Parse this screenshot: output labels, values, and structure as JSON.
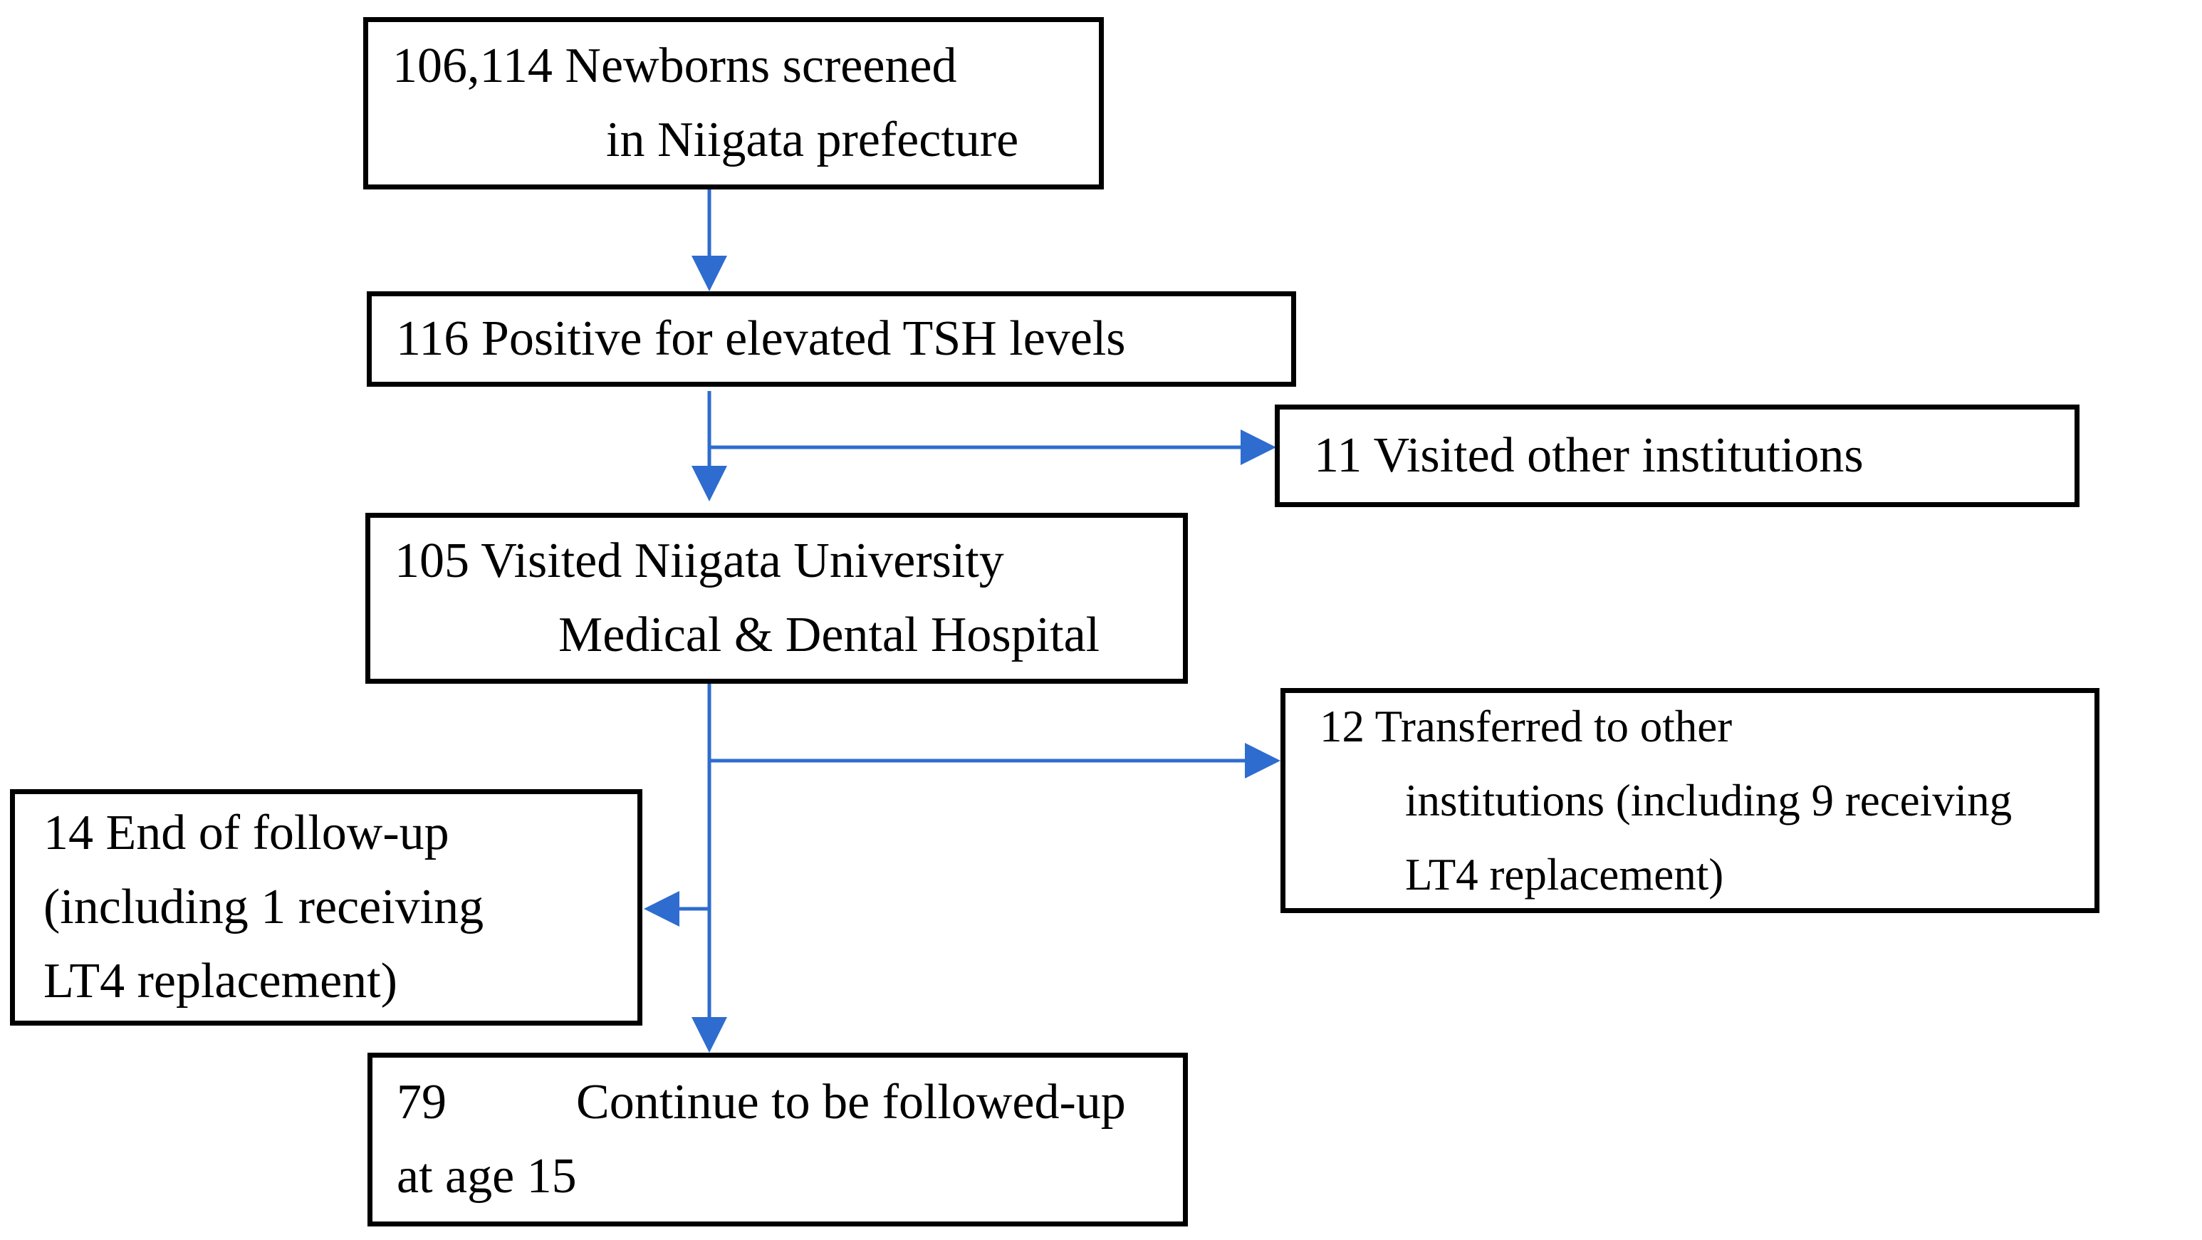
{
  "figure": {
    "type": "flowchart",
    "description": "Newborn TSH screening follow-up flow diagram",
    "colors": {
      "arrow": "#2e6ccf",
      "box_border": "#000000",
      "text": "#000000",
      "background": "#ffffff"
    },
    "nodes": [
      {
        "id": "screened",
        "count": "106,114",
        "lines": [
          "106,114 Newborns screened",
          "in Niigata prefecture"
        ]
      },
      {
        "id": "tsh-positive",
        "count": "116",
        "lines": [
          "116 Positive for elevated TSH levels"
        ]
      },
      {
        "id": "visited-other",
        "count": "11",
        "lines": [
          "11 Visited other institutions"
        ]
      },
      {
        "id": "hospital",
        "count": "105",
        "lines": [
          "105 Visited Niigata University",
          "Medical & Dental Hospital"
        ]
      },
      {
        "id": "transferred",
        "count": "12",
        "lines": [
          "12 Transferred to other",
          "institutions (including 9 receiving",
          "LT4 replacement)"
        ]
      },
      {
        "id": "end-followup",
        "count": "14",
        "lines": [
          "14 End of follow-up",
          "(including 1 receiving",
          "LT4 replacement)"
        ]
      },
      {
        "id": "continue",
        "count": "79",
        "number": "79",
        "lines": [
          "Continue to be followed-up",
          "at age 15"
        ]
      }
    ],
    "edges": [
      {
        "from": "screened",
        "to": "tsh-positive"
      },
      {
        "from": "tsh-positive",
        "to": "visited-other"
      },
      {
        "from": "tsh-positive",
        "to": "hospital"
      },
      {
        "from": "hospital",
        "to": "transferred"
      },
      {
        "from": "hospital",
        "to": "end-followup"
      },
      {
        "from": "hospital",
        "to": "continue"
      }
    ]
  }
}
